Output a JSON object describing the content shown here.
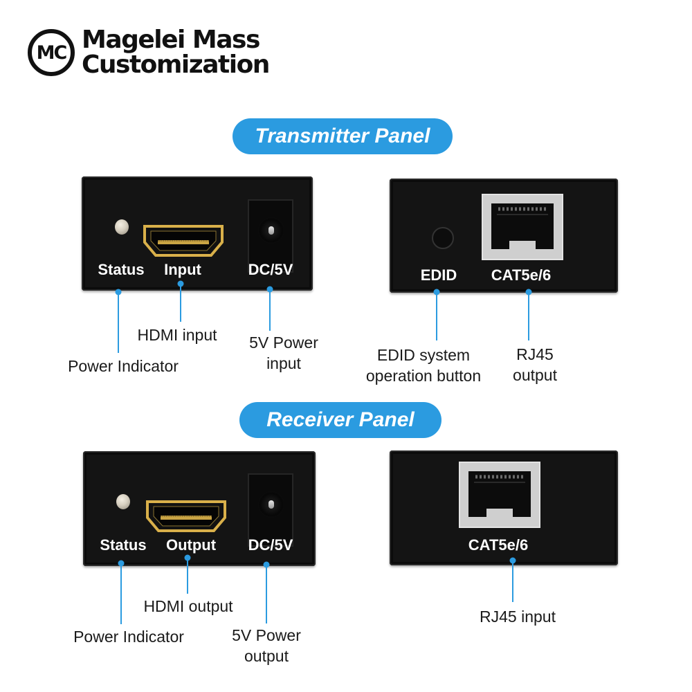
{
  "brand": {
    "logo_text": "MC",
    "name_line1": "Magelei Mass",
    "name_line2": "Customization"
  },
  "colors": {
    "accent": "#2b9be0",
    "panel": "#141414",
    "text": "#1a1a1a"
  },
  "transmitter": {
    "title": "Transmitter Panel",
    "front": {
      "status_label": "Status",
      "hdmi_label": "Input",
      "power_label": "DC/5V"
    },
    "back": {
      "edid_label": "EDID",
      "rj45_label": "CAT5e/6"
    },
    "callouts": {
      "power_indicator": "Power Indicator",
      "hdmi": "HDMI input",
      "power_line1": "5V Power",
      "power_line2": "input",
      "edid_line1": "EDID system",
      "edid_line2": "operation button",
      "rj45_line1": "RJ45",
      "rj45_line2": "output"
    }
  },
  "receiver": {
    "title": "Receiver Panel",
    "front": {
      "status_label": "Status",
      "hdmi_label": "Output",
      "power_label": "DC/5V"
    },
    "back": {
      "rj45_label": "CAT5e/6"
    },
    "callouts": {
      "power_indicator": "Power Indicator",
      "hdmi": "HDMI output",
      "power_line1": "5V Power",
      "power_line2": "output",
      "rj45": "RJ45 input"
    }
  },
  "icons": [
    "mc-logo",
    "status-led-icon",
    "hdmi-port-icon",
    "dc-jack-icon",
    "edid-button-icon",
    "rj45-port-icon"
  ]
}
